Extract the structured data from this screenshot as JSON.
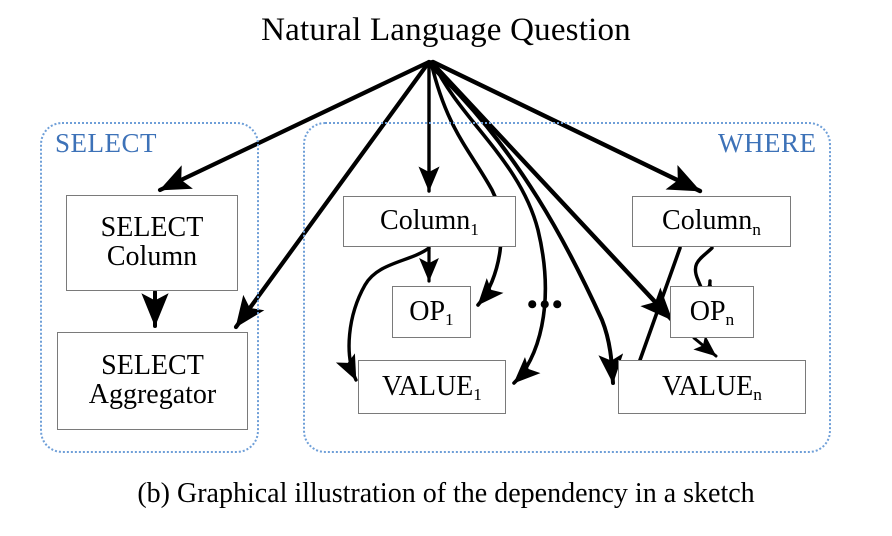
{
  "figure": {
    "title": "Natural Language Question",
    "caption": "(b) Graphical illustration of the dependency in a sketch",
    "colors": {
      "group_border": "#6f9fd8",
      "group_label": "#3d72b8",
      "node_border": "#7a7a7a",
      "edge": "#000000",
      "background": "#ffffff"
    }
  },
  "groups": [
    {
      "id": "select",
      "label": "SELECT"
    },
    {
      "id": "where",
      "label": "WHERE"
    }
  ],
  "nodes": {
    "select_column": {
      "line1": "SELECT",
      "line2": "Column"
    },
    "select_aggregator": {
      "line1": "SELECT",
      "line2": "Aggregator"
    },
    "column_1": {
      "base": "Column",
      "sub": "1"
    },
    "op_1": {
      "base": "OP",
      "sub": "1"
    },
    "value_1": {
      "base": "VALUE",
      "sub": "1"
    },
    "column_n": {
      "base": "Column",
      "sub": "n"
    },
    "op_n": {
      "base": "OP",
      "sub": "n"
    },
    "value_n": {
      "base": "VALUE",
      "sub": "n"
    }
  },
  "ellipsis": {
    "text": "•••"
  },
  "edges": [
    {
      "from": "question",
      "to": "select_column",
      "style": "straight"
    },
    {
      "from": "question",
      "to": "select_aggregator",
      "style": "straight"
    },
    {
      "from": "question",
      "to": "column_1",
      "style": "straight"
    },
    {
      "from": "question",
      "to": "op_1",
      "style": "curved"
    },
    {
      "from": "question",
      "to": "value_1",
      "style": "curved"
    },
    {
      "from": "question",
      "to": "column_n",
      "style": "straight"
    },
    {
      "from": "question",
      "to": "op_n",
      "style": "straight"
    },
    {
      "from": "question",
      "to": "value_n",
      "style": "straight"
    },
    {
      "from": "select_column",
      "to": "select_aggregator",
      "style": "straight"
    },
    {
      "from": "column_1",
      "to": "op_1",
      "style": "straight"
    },
    {
      "from": "column_1",
      "to": "value_1",
      "style": "curved"
    },
    {
      "from": "column_n",
      "to": "op_n",
      "style": "curved"
    },
    {
      "from": "column_n",
      "to": "value_n",
      "style": "straight"
    },
    {
      "from": "op_n",
      "to": "value_n",
      "style": "straight"
    }
  ]
}
